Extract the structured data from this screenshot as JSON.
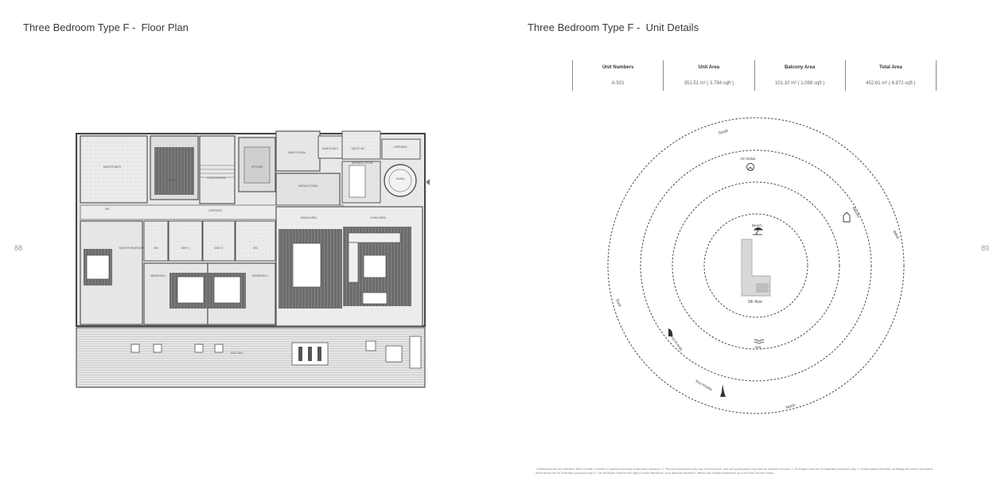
{
  "left_page": {
    "title": "Three Bedroom Type F -  Floor Plan",
    "page_number": "88",
    "floor_plan": {
      "rooms": {
        "master_bath": "MASTER\nBATH",
        "wic_master": "WIC",
        "study": "STUDY",
        "study_office": "STUDY/OFFICE",
        "kitchen": "KITCHEN",
        "maids_room": "MAID'S\nROOM",
        "maids_bath": "MAID'S\nBATH",
        "guest_wc": "GUEST\nWC",
        "corridor_top": "CORRIDOR",
        "massage_room": "MASSAGE ROOM",
        "show_kitchen": "SHOW\nKITCHEN",
        "sauna": "SAUNA",
        "corridor": "CORRIDOR",
        "dining_area": "DINING\nAREA",
        "living_area": "LIVING\nAREA",
        "master_bedroom": "MASTER\nBEDROOM",
        "wic_1": "WIC",
        "bath_1": "BATH 1",
        "bath_2": "BATH 2",
        "wic_2": "WIC",
        "bedroom_1": "BEDROOM 1",
        "bedroom_2": "BEDROOM 2",
        "balcony": "BALCONY"
      }
    }
  },
  "right_page": {
    "title": "Three Bedroom Type F -  Unit Details",
    "page_number": "89",
    "unit_details": {
      "headers": [
        "Unit Numbers",
        "Unit Area",
        "Balcony Area",
        "Total Area"
      ],
      "values": [
        "A-501",
        "351.51 m² ( 3,784 sqft )",
        "101.10 m² ( 1,088 sqft )",
        "452.61 m² ( 4,872 sqft )"
      ]
    },
    "orientation": {
      "directions": {
        "south": "South",
        "west": "West",
        "north": "North",
        "east": "East"
      },
      "landmarks": {
        "ain_dubai": "Ain Dubai",
        "atlantis": "Atlantis",
        "beach": "Beach",
        "sea": "sea",
        "burj_al_arab": "Burj Al Arab",
        "burj_khalifa": "Burj Khalifa"
      },
      "floor_label": "5th floor"
    },
    "footnote": "1.Measurements are indicative 'finish to finish' in Metric & imperial excluding construction tolerance. 2. Plot and dimensions may vary from brochure, and unit typical plans may exist as mirrored versions. 3. All images used are for illustrative purposes only. 4. Unless stated otherwise, all fittings and interior decorative items shown are for illustrative purposes only. 5. The developer reserves the right to make alterations, at its absolute discretion, without any liability whatsoever up to the final 'as built' status."
  }
}
